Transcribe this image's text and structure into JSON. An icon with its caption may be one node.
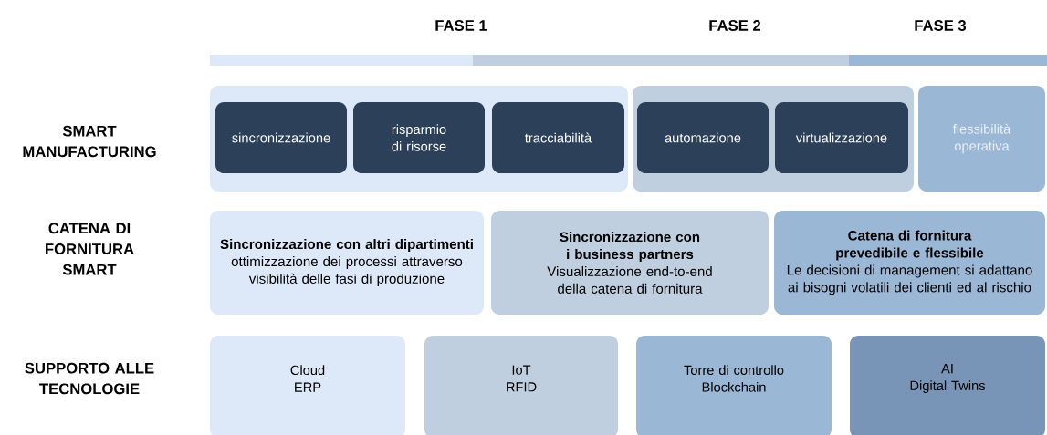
{
  "diagram": {
    "nodes": [
      {
        "text": [],
        "shape": "box"
      },
      {
        "text": [
          "sincronizzazione"
        ],
        "in": 0
      },
      {
        "text": [
          "risparmio di risorse"
        ],
        "in": 0
      },
      {
        "text": [
          "tracciabilità"
        ],
        "in": 0
      },
      {
        "text": [],
        "shape": "box"
      },
      {
        "text": [
          "automazione"
        ],
        "in": 4
      },
      {
        "text": [
          "virtualizzazione"
        ],
        "in": 4
      },
      {
        "text": [
          "flessibilità operativa"
        ]
      },
      {
        "text": [
          "Sincronizzazione con altri dipartimenti",
          "ottimizzazione dei processi attraverso visibilità delle fasi di produzione"
        ]
      },
      {
        "text": [
          "Sincronizzazione con i business partners",
          "Visualizzazione end-to-end della catena di fornitura"
        ]
      },
      {
        "text": [
          "Catena di fornitura prevedibile e flessibile",
          "Le decisioni di management si adattano ai bisogni volatili dei clienti ed al rischio"
        ]
      },
      {
        "text": [
          "Cloud",
          "ERP"
        ]
      },
      {
        "text": [
          "IoT",
          "RFID"
        ]
      },
      {
        "text": [
          "Torre di controllo",
          "Blockchain"
        ]
      },
      {
        "text": [
          "AI",
          "Digital Twins"
        ]
      }
    ],
    "labels": [
      "FASE 1",
      "FASE 2",
      "FASE 3",
      "SMART MANUFACTURING",
      "CATENA DI FORNITURA SMART",
      "SUPPORTO ALLE TECNOLOGIE"
    ]
  }
}
